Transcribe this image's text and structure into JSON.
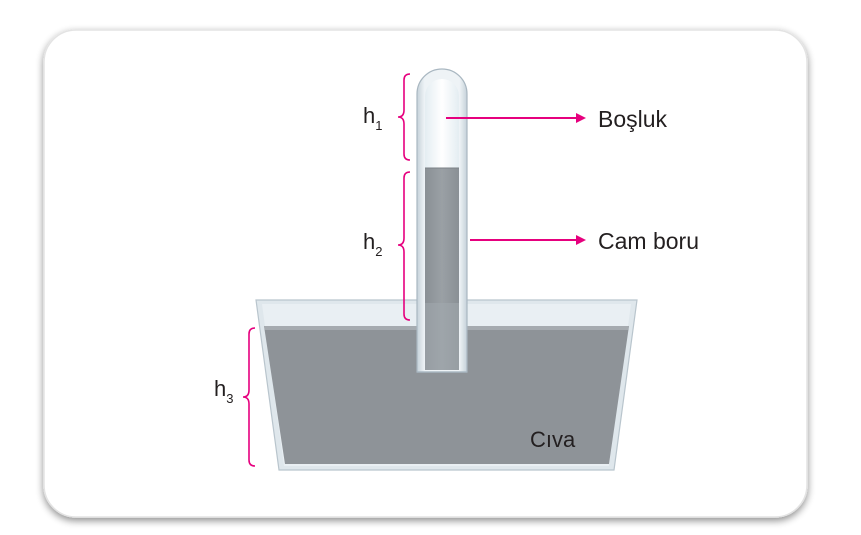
{
  "labels": {
    "h1": {
      "base": "h",
      "sub": "1"
    },
    "h2": {
      "base": "h",
      "sub": "2"
    },
    "h3": {
      "base": "h",
      "sub": "3"
    },
    "vacuum": "Boşluk",
    "glass_tube": "Cam boru",
    "mercury": "Cıva"
  },
  "colors": {
    "arrow": "#e6007e",
    "bracket": "#e6007e",
    "mercury": "#8e9398",
    "glass": "#c9d6df",
    "card_shadow": "#d9d9d9"
  }
}
